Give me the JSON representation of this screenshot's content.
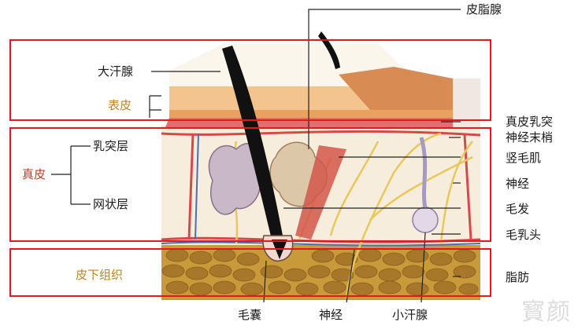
{
  "diagram": {
    "labels": {
      "sebaceous_gland": "皮脂腺",
      "sweat_gland_large": "大汗腺",
      "epidermis": "表皮",
      "papillary_layer": "乳突层",
      "dermis": "真皮",
      "reticular_layer": "网状层",
      "subcutaneous": "皮下组织",
      "dermal_papilla": "真皮乳突",
      "nerve_endings": "神经末梢",
      "arrector_pili": "竖毛肌",
      "nerve_right": "神经",
      "hair": "毛发",
      "hair_papilla": "毛乳头",
      "fat": "脂肪",
      "hair_follicle": "毛囊",
      "nerve_bottom": "神经",
      "sweat_gland_small": "小汗腺"
    },
    "watermark": "寳颜"
  },
  "colors": {
    "highlight_box": "#e5161e",
    "epidermis_label": "#b8862b",
    "dermis_label": "#c0392b",
    "hair": "#111111",
    "fat": "#b08a2a",
    "nerve": "#e8c85a"
  }
}
